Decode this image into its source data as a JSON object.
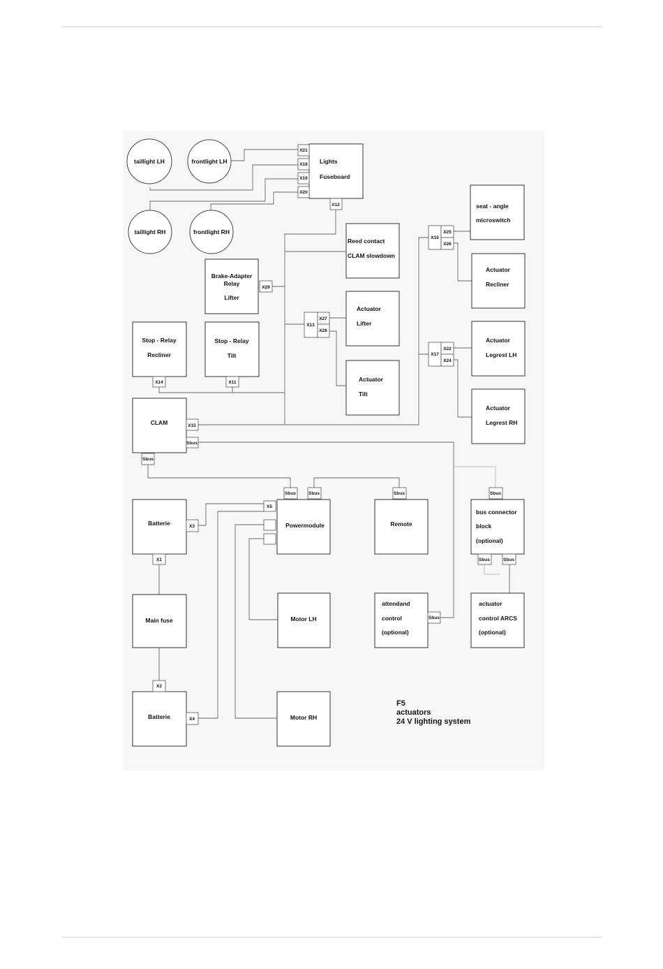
{
  "components": {
    "taillight_lh": "taillight LH",
    "frontlight_lh": "frontlight LH",
    "taillight_rh": "taillight RH",
    "frontlight_rh": "frontlight RH",
    "lights_fuseboard": [
      "Lights",
      "Fuseboard"
    ],
    "seat_angle_microswitch": [
      "seat - angle",
      "microswitch"
    ],
    "reed_contact": [
      "Reed contact",
      "CLAM slowdown"
    ],
    "brake_adapter_relay": [
      "Brake-Adapter",
      "Relay",
      "Lifter"
    ],
    "actuator_recliner": [
      "Actuator",
      "Recliner"
    ],
    "actuator_lifter": [
      "Actuator",
      "Lifter"
    ],
    "stop_relay_recliner": [
      "Stop - Relay",
      "Recliner"
    ],
    "stop_relay_tilt": [
      "Stop - Relay",
      "Tilt"
    ],
    "actuator_legrest_lh": [
      "Actuator",
      "Legrest LH"
    ],
    "actuator_tilt": [
      "Actuator",
      "Tilt"
    ],
    "clam": "CLAM",
    "actuator_legrest_rh": [
      "Actuator",
      "Legrest RH"
    ],
    "batterie_1": "Batterie",
    "powermodule": "Powermodule",
    "remote": "Remote",
    "bus_connector_block": [
      "bus connector",
      "block",
      "(optional)"
    ],
    "main_fuse": "Main fuse",
    "motor_lh": "Motor LH",
    "attendant_control": [
      "attendand",
      "control",
      "(optional)"
    ],
    "actuator_control_arcs": [
      "actuator",
      "control ARCS",
      "(optional)"
    ],
    "batterie_2": "Batterie",
    "motor_rh": "Motor RH"
  },
  "connectors": {
    "x21": "X21",
    "x18": "X18",
    "x19": "X19",
    "x20": "X20",
    "x12": "X12",
    "x25": "X25",
    "x16": "X16",
    "x26": "X26",
    "x29": "X29",
    "x27": "X27",
    "x13": "X13",
    "x28": "X28",
    "x22": "X22",
    "x17": "X17",
    "x24": "X24",
    "x14": "X14",
    "x11": "X11",
    "x15": "X15",
    "x3": "X3",
    "x5": "X5",
    "x1": "X1",
    "x2": "X2",
    "x4": "X4",
    "sbus": "Sbus"
  },
  "caption": [
    "F5",
    "actuators",
    "24 V lighting system"
  ]
}
